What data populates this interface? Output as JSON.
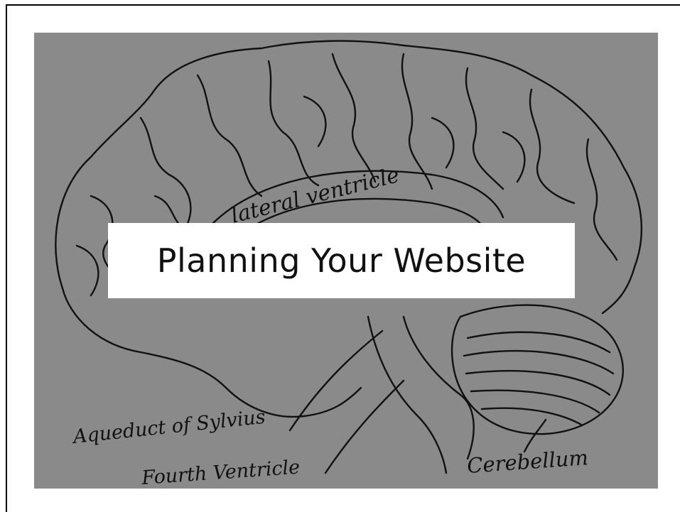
{
  "slide": {
    "title": "Planning Your Website"
  },
  "figure": {
    "labels": {
      "lateral_ventricle": "lateral ventricle",
      "aqueduct": "Aqueduct of Sylvius",
      "fourth_ventricle": "Fourth Ventricle",
      "cerebellum": "Cerebellum"
    }
  },
  "colors": {
    "figure_background": "#8a8a8a",
    "line_color": "#111111",
    "title_box": "#ffffff"
  }
}
